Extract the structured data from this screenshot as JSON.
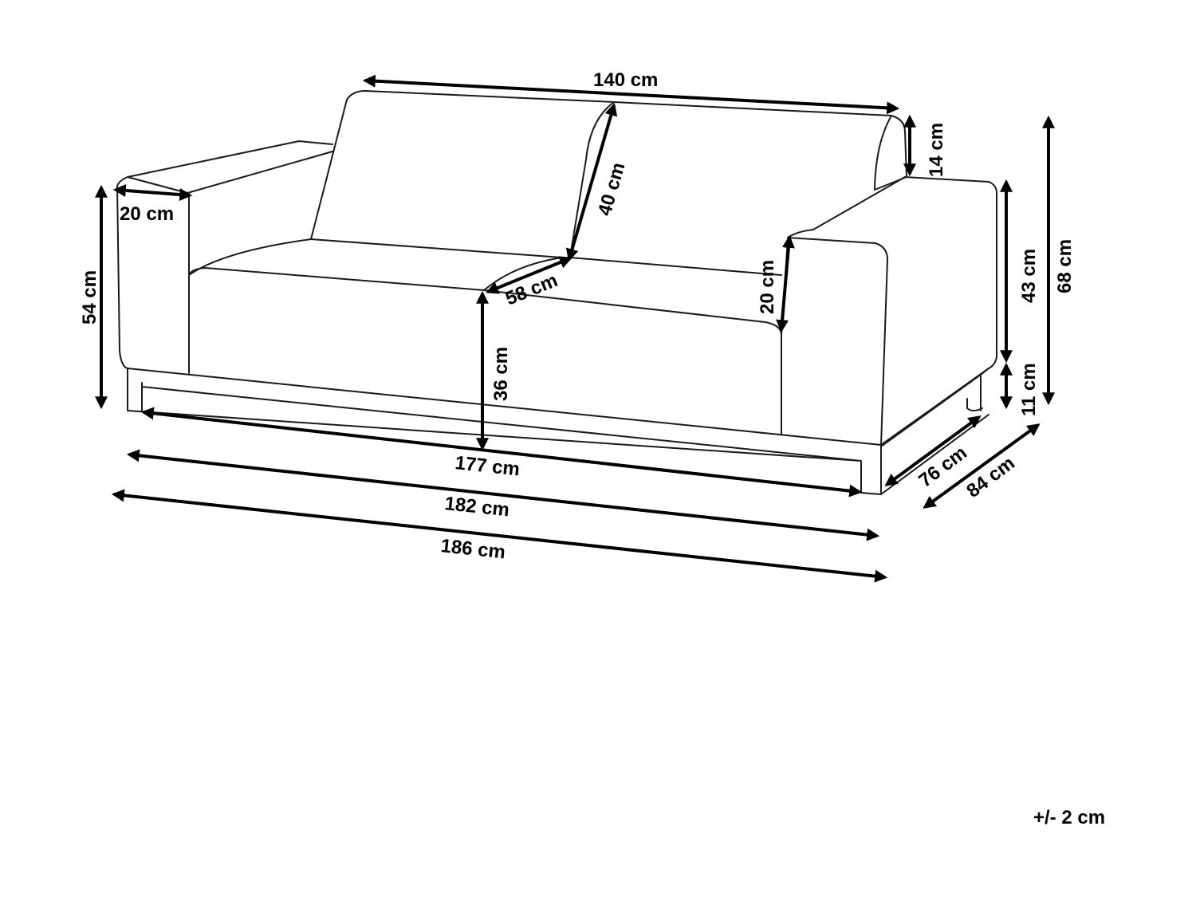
{
  "dimensions": {
    "back_width": "140 cm",
    "back_cushion_depth": "14 cm",
    "total_height": "68 cm",
    "backrest_height": "40 cm",
    "armrest_width": "20 cm",
    "armrest_total_height": "54 cm",
    "armrest_height_above_seat": "20 cm",
    "seat_depth": "58 cm",
    "seat_height": "36 cm",
    "upper_height": "43 cm",
    "base_height": "11 cm",
    "base_length": "177 cm",
    "seat_length": "182 cm",
    "total_length": "186 cm",
    "base_depth": "76 cm",
    "total_depth": "84 cm"
  },
  "tolerance": "+/- 2 cm"
}
